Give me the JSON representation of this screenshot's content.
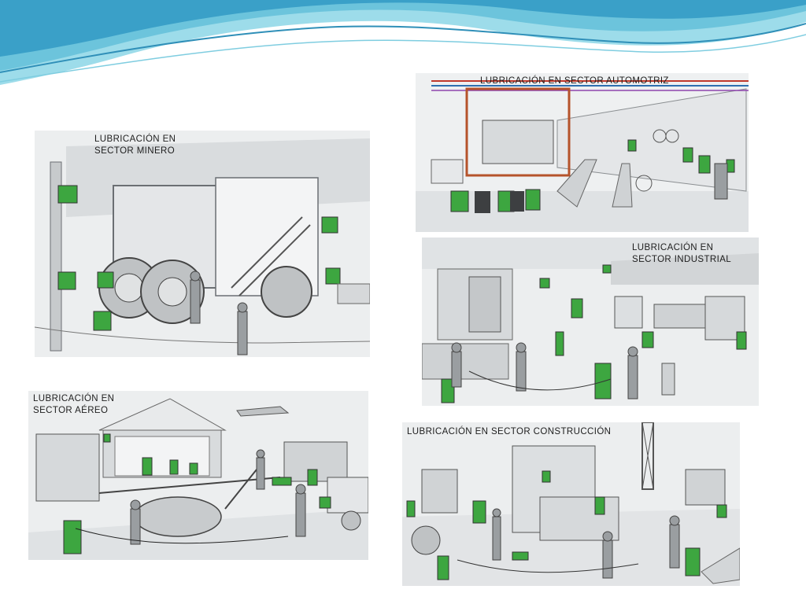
{
  "slide": {
    "colors": {
      "wave_light": "#bfe6ef",
      "wave_mid": "#7fcde0",
      "wave_dark": "#2f8fb8",
      "equipment_green": "#3da640",
      "line_gray": "#6b6f73"
    }
  },
  "panels": {
    "minero": {
      "title": "LUBRICACIÓN  EN\nSECTOR  MINERO"
    },
    "automotriz": {
      "title": "LUBRICACIÓN  EN SECTOR  AUTOMOTRIZ"
    },
    "industrial": {
      "title": "LUBRICACIÓN  EN\nSECTOR  INDUSTRIAL"
    },
    "aereo": {
      "title": "LUBRICACIÓN  EN\nSECTOR  AÉREO"
    },
    "construccion": {
      "title": "LUBRICACIÓN  EN  SECTOR  CONSTRUCCIÓN"
    }
  }
}
